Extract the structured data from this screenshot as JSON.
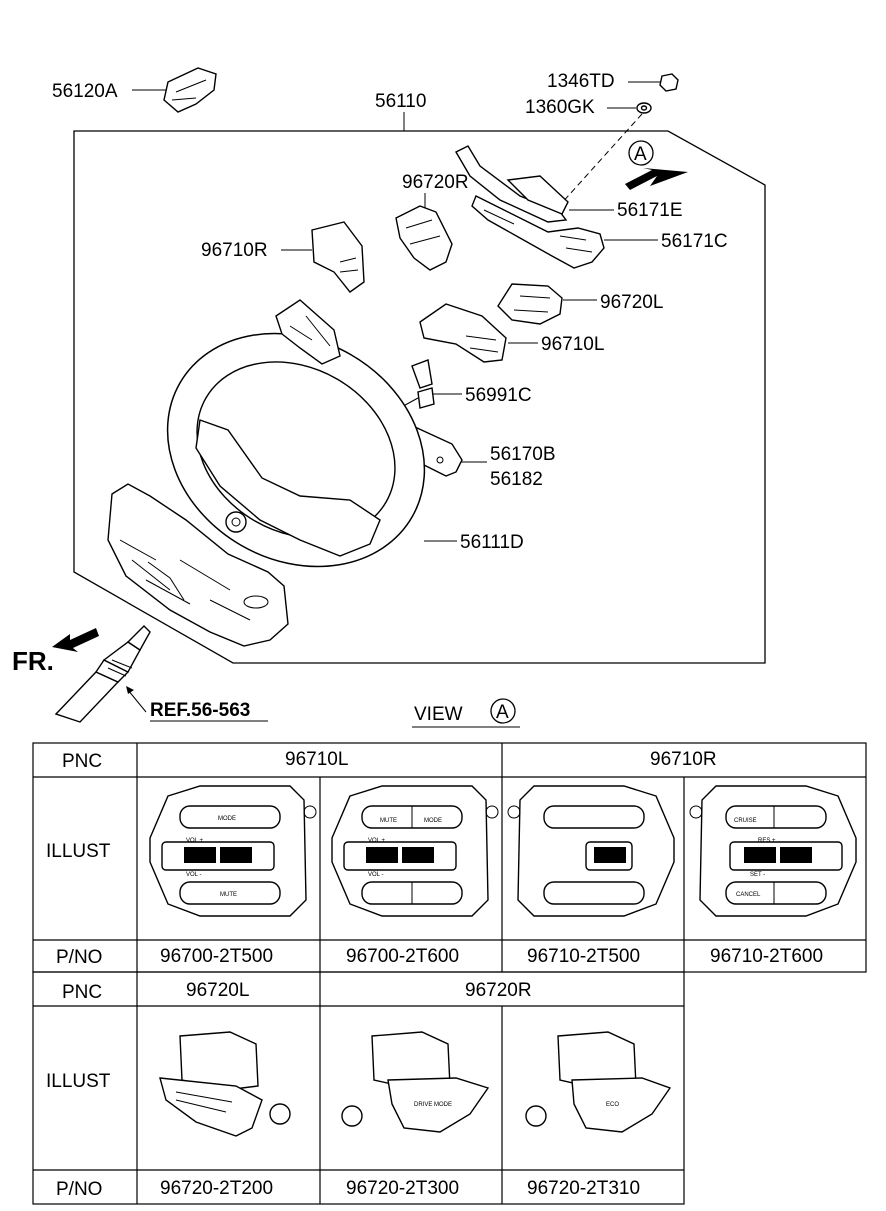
{
  "callouts": {
    "p56120A": "56120A",
    "p56110": "56110",
    "p1346TD": "1346TD",
    "p1360GK": "1360GK",
    "p96720R": "96720R",
    "p56171E": "56171E",
    "p56171C": "56171C",
    "p96710R": "96710R",
    "p96720L": "96720L",
    "p96710L": "96710L",
    "p56991C": "56991C",
    "p56170B": "56170B",
    "p56182": "56182",
    "p56111D": "56111D",
    "ref": "REF.56-563",
    "fr": "FR.",
    "view_word": "VIEW",
    "view_letter": "A",
    "circle_letter": "A"
  },
  "table": {
    "pnc_label": "PNC",
    "illust_label": "ILLUST",
    "pno_label": "P/NO",
    "row1": {
      "pnc_left": "96710L",
      "pnc_right": "96710R",
      "parts": [
        "96700-2T500",
        "96700-2T600",
        "96710-2T500",
        "96710-2T600"
      ]
    },
    "row2": {
      "pnc_left": "96720L",
      "pnc_right": "96720R",
      "parts": [
        "96720-2T200",
        "96720-2T300",
        "96720-2T310"
      ]
    }
  },
  "switch_labels": {
    "mode": "MODE",
    "mute": "MUTE",
    "vol_plus": "VOL +",
    "vol_minus": "VOL -",
    "cruise": "CRUISE",
    "cancel": "CANCEL",
    "res_plus": "RES +",
    "set_minus": "SET -",
    "drive_mode": "DRIVE MODE",
    "eco": "ECO"
  }
}
